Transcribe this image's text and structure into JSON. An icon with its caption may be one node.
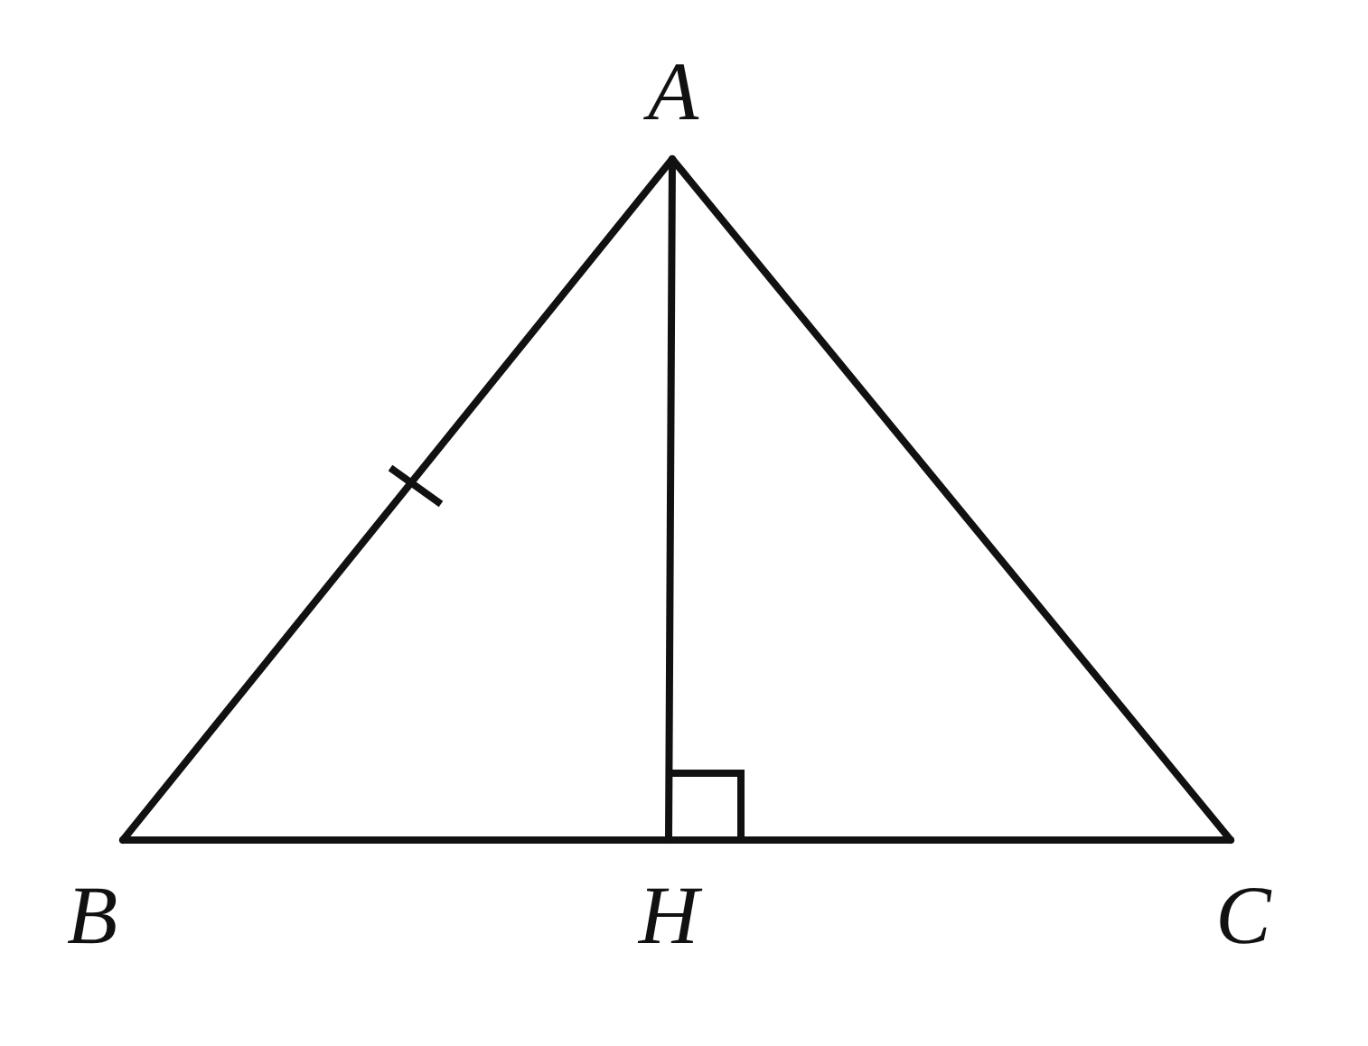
{
  "diagram": {
    "nodes": [
      {
        "text": [
          "A"
        ]
      },
      {
        "text": [
          "B"
        ]
      },
      {
        "text": [
          "H"
        ]
      },
      {
        "text": [
          "C"
        ]
      }
    ],
    "edges": [
      {
        "from": 0,
        "to": 1,
        "arrow": "none"
      },
      {
        "from": 0,
        "to": 3,
        "arrow": "none"
      },
      {
        "from": 1,
        "to": 2,
        "arrow": "none"
      },
      {
        "from": 2,
        "to": 3,
        "arrow": "none"
      },
      {
        "from": 0,
        "to": 2,
        "arrow": "none"
      }
    ]
  }
}
